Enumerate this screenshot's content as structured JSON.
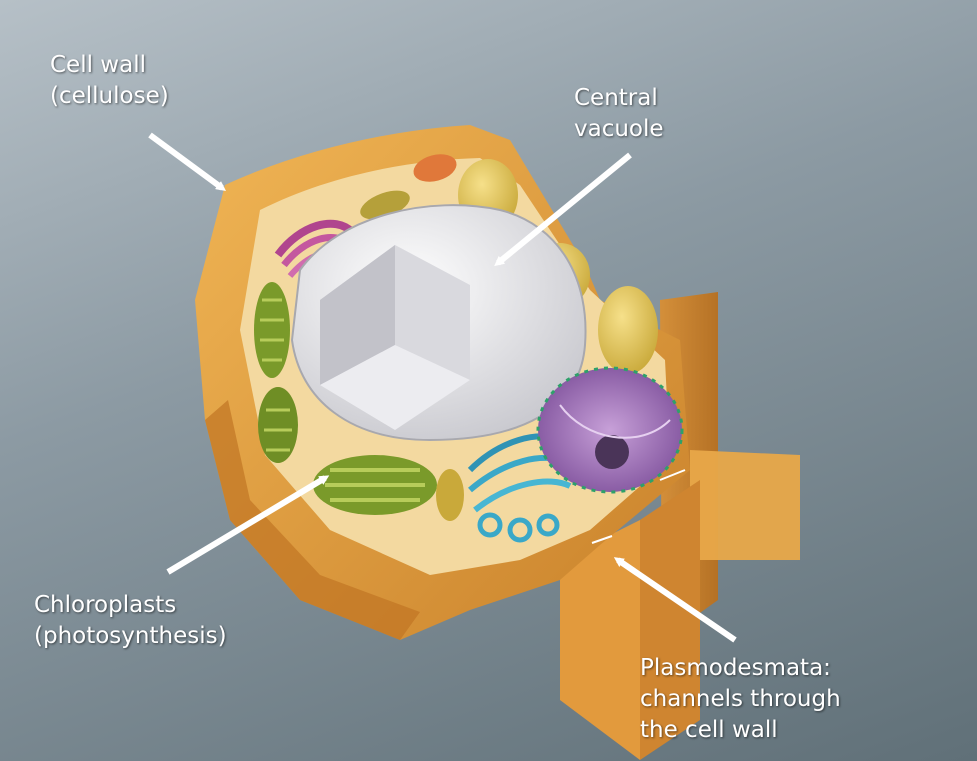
{
  "labels": {
    "cell_wall": [
      "Cell wall",
      "(cellulose)"
    ],
    "central_vacuole": [
      "Central",
      "vacuole"
    ],
    "chloroplasts": [
      "Chloroplasts",
      "(photosynthesis)"
    ],
    "plasmodesmata": [
      "Plasmodesmata:",
      "channels through",
      "the cell wall"
    ]
  },
  "colors": {
    "background_top": "#b6c0c7",
    "background_bottom": "#607078",
    "cell_wall": "#e2a040",
    "cytoplasm": "#f3d9a0",
    "vacuole": "#e8e8ea",
    "chloroplast": "#7a9a2a",
    "nucleus": "#a078b8",
    "golgi": "#3aa8c8",
    "mitochondria": "#e0783a",
    "arrow": "#ffffff"
  }
}
